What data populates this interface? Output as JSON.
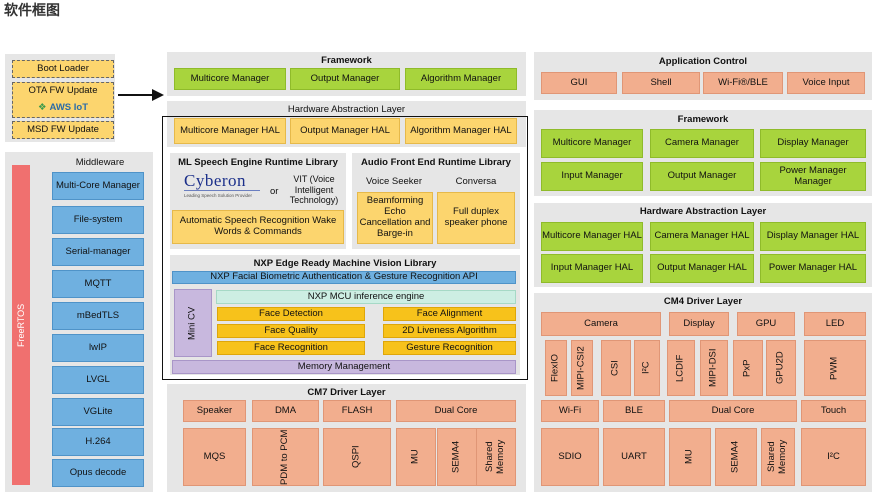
{
  "page_title": "软件框图",
  "bootloader": {
    "boot": "Boot Loader",
    "ota_line1": "OTA FW Update",
    "aws_logo": "AWS IoT",
    "msd": "MSD FW Update"
  },
  "freertos": "FreeRTOS",
  "middleware": {
    "title": "Middleware",
    "items": [
      "Multi-Core Manager",
      "File-system",
      "Serial-manager",
      "MQTT",
      "mBedTLS",
      "lwIP",
      "LVGL",
      "VGLite",
      "H.264",
      "Opus decode"
    ]
  },
  "cm7_framework": {
    "title": "Framework",
    "items": [
      "Multicore Manager",
      "Output Manager",
      "Algorithm Manager"
    ]
  },
  "cm7_hal": {
    "title": "Hardware Abstraction Layer",
    "items": [
      "Multicore Manager HAL",
      "Output Manager HAL",
      "Algorithm Manager HAL"
    ]
  },
  "ml_speech": {
    "title": "ML Speech Engine Runtime Library",
    "cyberon": "Cyberon",
    "cyberon_tag": "Leading Speech Solution Provider",
    "or": "or",
    "vit": "VIT (Voice Intelligent Technology)",
    "asr": "Automatic Speech Recognition Wake Words & Commands"
  },
  "audio_front": {
    "title": "Audio Front End Runtime Library",
    "seeker": "Voice Seeker",
    "conversa": "Conversa",
    "seeker_box": "Beamforming Echo Cancellation and Barge-in",
    "conversa_box": "Full duplex speaker phone"
  },
  "vision": {
    "title": "NXP Edge Ready Machine Vision Library",
    "api": "NXP Facial Biometric Authentication & Gesture Recognition API",
    "mini_cv": "Mini CV",
    "engine": "NXP MCU inference engine",
    "cells": [
      "Face Detection",
      "Face Alignment",
      "Face Quality",
      "2D Liveness Algorithm",
      "Face Recognition",
      "Gesture Recognition"
    ],
    "memory": "Memory Management"
  },
  "cm7_driver": {
    "title": "CM7 Driver Layer",
    "top": [
      "Speaker",
      "DMA",
      "FLASH",
      "Dual Core"
    ],
    "bottom": [
      "MQS",
      "PDM to PCM",
      "QSPI",
      "MU",
      "SEMA4",
      "Shared Memory"
    ]
  },
  "app_control": {
    "title": "Application Control",
    "items": [
      "GUI",
      "Shell",
      "Wi-Fi®/BLE",
      "Voice Input"
    ]
  },
  "cm4_framework": {
    "title": "Framework",
    "items": [
      "Multicore Manager",
      "Camera Manager",
      "Display Manager",
      "Input Manager",
      "Output Manager",
      "Power Manager Manager"
    ]
  },
  "cm4_hal": {
    "title": "Hardware Abstraction Layer",
    "items": [
      "Multicore Manager HAL",
      "Camera Manager HAL",
      "Display Manager HAL",
      "Input Manager HAL",
      "Output Manager HAL",
      "Power Manager HAL"
    ]
  },
  "cm4_driver": {
    "title": "CM4 Driver Layer",
    "row1": [
      "Camera",
      "Display",
      "GPU",
      "LED"
    ],
    "row2": [
      "FlexIO",
      "MIPI-CSI2",
      "CSI",
      "I²C",
      "LCDIF",
      "MIPI-DSI",
      "PxP",
      "GPU2D",
      "PWM"
    ],
    "row3": [
      "Wi-Fi",
      "BLE",
      "Dual Core",
      "Touch"
    ],
    "row4": [
      "SDIO",
      "UART",
      "MU",
      "SEMA4",
      "Shared Memory",
      "I²C"
    ]
  },
  "colors": {
    "green": "#a8d43d",
    "salmon": "#f2ae8e",
    "yellow": "#fcd56e",
    "orange": "#f7c21b",
    "blue": "#6fb0e0",
    "red": "#f0706f",
    "mint": "#cdeee3",
    "purple": "#c8b8de",
    "panel": "#e6e6e6"
  }
}
